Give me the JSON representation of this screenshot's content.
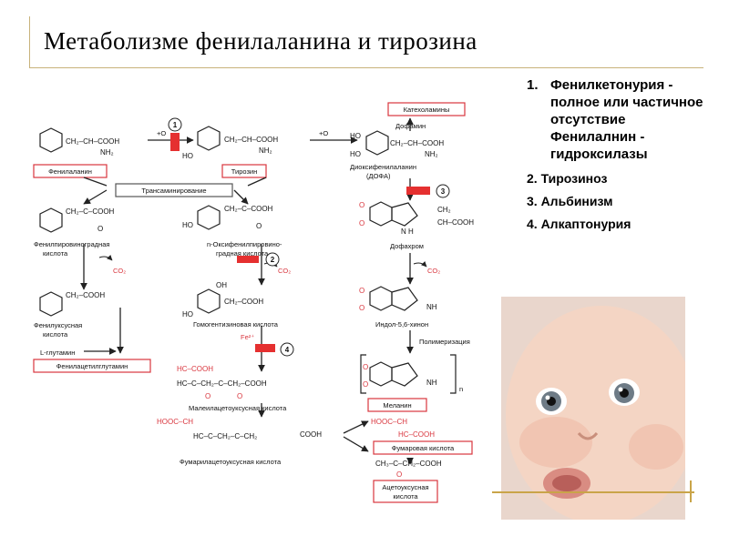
{
  "slide": {
    "title": "Метаболизме  фенилаланина и тирозина"
  },
  "diagram": {
    "boxes": {
      "phenylalanine": "Фенилаланин",
      "tyrosine": "Тирозин",
      "catecholamines": "Катехоламины",
      "transamination": "Трансаминирование",
      "phenylacetylglutamine": "Фенилацетилглутамин",
      "melanin": "Меланин",
      "fumaric_acid": "Фумаровая кислота",
      "acetoacetic_acid_1": "Ацетоуксусная",
      "acetoacetic_acid_2": "кислота"
    },
    "labels": {
      "dopamine": "Дофамин",
      "dopa_1": "Диоксифенилаланин",
      "dopa_2": "(ДОФА)",
      "dopachrome": "Дофахром",
      "ppyruvic_1": "Фенилпировиноградная",
      "ppyruvic_2": "кислота",
      "hppyruvic_1": "n-Оксифенилпировино-",
      "hppyruvic_2": "градная кислота",
      "homogentisic": "Гомогентизиновая кислота",
      "indol": "Индол-5,6-хинон",
      "polymerization": "Полимеризация",
      "phenylacetic_1": "Фенилуксусная",
      "phenylacetic_2": "кислота",
      "glutamine": "L-глутамин",
      "maleylacetoacetic": "Малеилацетоуксусная кислота",
      "fumarylacetoacetic": "Фумарилацетоуксусная кислота",
      "plus_o_1": "+O",
      "plus_o_2": "+O",
      "co2_1": "CO₂",
      "co2_2": "CO₂",
      "co2_3": "CO₂",
      "fe": "Fe²⁺",
      "n": "n"
    },
    "formulas": {
      "phe": "CH₂–CH–COOH",
      "phe_nh2": "NH₂",
      "tyr": "CH₂–CH–COOH",
      "tyr_nh2": "NH₂",
      "dopa": "CH₂–CH–COOH",
      "dopa_nh2": "NH₂",
      "ho_tyr": "HO",
      "ho_dopa_1": "HO",
      "ho_dopa_2": "HO",
      "pp": "CH₂–C–COOH",
      "pp_o": "O",
      "hpp": "CH₂–C–COOH",
      "hpp_o": "O",
      "ho_hpp": "HO",
      "dopachrome_tail": "CH–COOH",
      "dopachrome_ch2": "CH₂",
      "dopachrome_nh": "N H",
      "pa": "CH₂–COOH",
      "homog": "CH₂–COOH",
      "homog_oh": "OH",
      "homog_ho": "HO",
      "maleyl_1": "HC–COOH",
      "maleyl_2": "HC–C–CH₂–C–CH₂–COOH",
      "maleyl_o": "O",
      "maleyl_o2": "O",
      "fumaryl_1": "HOOC–CH",
      "fumaryl_2": "HC–C–CH₂–C–CH₂",
      "fumaryl_cooh": "COOH",
      "fumaric_1": "HOOC–CH",
      "fumaric_2": "HC–COOH",
      "aceto": "CH₃–C–CH₂–COOH",
      "aceto_o": "O",
      "indol_nh": "NH",
      "mel_nh": "NH",
      "o1": "O",
      "o2": "O",
      "o3": "O",
      "o4": "O",
      "o5": "O",
      "o6": "O"
    },
    "blocks": [
      "1",
      "2",
      "3",
      "4"
    ],
    "block_color": "#e53030"
  },
  "diseases": {
    "item1_num": "1.",
    "item1_text": "Фенилкетонурия - полное или частичное отсутствие Фенилалнин - гидроксилазы",
    "item2": "2. Тирозиноз",
    "item3": "3. Альбинизм",
    "item4": "4. Алкаптонурия"
  },
  "colors": {
    "accent_line": "#c8b27a",
    "box_border": "#d9363e"
  }
}
